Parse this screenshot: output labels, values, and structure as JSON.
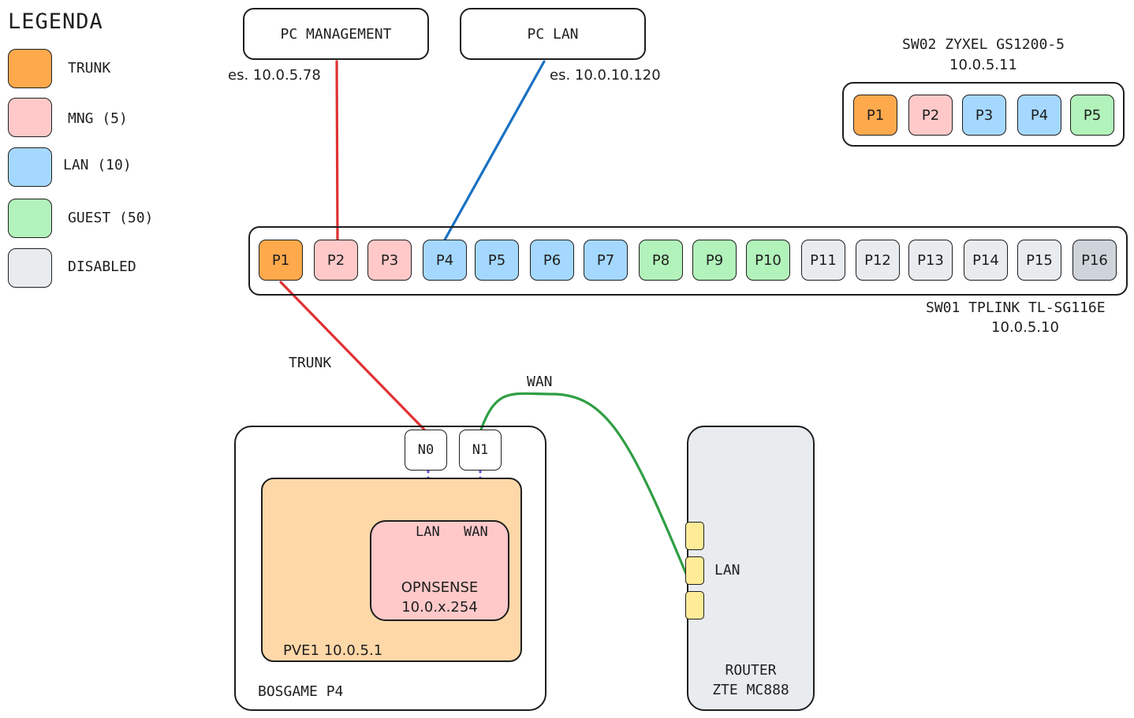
{
  "colors": {
    "trunk": "#ffa94d",
    "mng": "#ffc9c9",
    "lan": "#a5d8ff",
    "guest": "#b2f2bb",
    "disabled": "#e9ecef",
    "disabled_dark": "#ced4da",
    "pve": "#ffd8a8",
    "router": "#e9ecef",
    "router_port": "#ffec99",
    "wire_mng": "#e03131",
    "wire_lan": "#1971c2",
    "wire_wan": "#2f9e44",
    "wire_virtual": "#7048e8"
  },
  "legend": {
    "title": "LEGENDA",
    "items": [
      {
        "label": "TRUNK",
        "color": "#ffa94d"
      },
      {
        "label": "MNG (5)",
        "color": "#ffc9c9"
      },
      {
        "label": "LAN (10)",
        "color": "#a5d8ff"
      },
      {
        "label": "GUEST (50)",
        "color": "#b2f2bb"
      },
      {
        "label": "DISABLED",
        "color": "#e9ecef"
      }
    ]
  },
  "pc_management": {
    "label": "PC MANAGEMENT",
    "ip": "es. 10.0.5.78"
  },
  "pc_lan": {
    "label": "PC LAN",
    "ip": "es. 10.0.10.120"
  },
  "sw02": {
    "name": "SW02 ZYXEL GS1200-5",
    "ip": "10.0.5.11",
    "ports": [
      {
        "label": "P1",
        "color": "#ffa94d"
      },
      {
        "label": "P2",
        "color": "#ffc9c9"
      },
      {
        "label": "P3",
        "color": "#a5d8ff"
      },
      {
        "label": "P4",
        "color": "#a5d8ff"
      },
      {
        "label": "P5",
        "color": "#b2f2bb"
      }
    ]
  },
  "sw01": {
    "name": "SW01 TPLINK TL-SG116E",
    "ip": "10.0.5.10",
    "ports": [
      {
        "label": "P1",
        "color": "#ffa94d"
      },
      {
        "label": "P2",
        "color": "#ffc9c9"
      },
      {
        "label": "P3",
        "color": "#ffc9c9"
      },
      {
        "label": "P4",
        "color": "#a5d8ff"
      },
      {
        "label": "P5",
        "color": "#a5d8ff"
      },
      {
        "label": "P6",
        "color": "#a5d8ff"
      },
      {
        "label": "P7",
        "color": "#a5d8ff"
      },
      {
        "label": "P8",
        "color": "#b2f2bb"
      },
      {
        "label": "P9",
        "color": "#b2f2bb"
      },
      {
        "label": "P10",
        "color": "#b2f2bb"
      },
      {
        "label": "P11",
        "color": "#e9ecef"
      },
      {
        "label": "P12",
        "color": "#e9ecef"
      },
      {
        "label": "P13",
        "color": "#e9ecef"
      },
      {
        "label": "P14",
        "color": "#e9ecef"
      },
      {
        "label": "P15",
        "color": "#e9ecef"
      },
      {
        "label": "P16",
        "color": "#ced4da"
      }
    ]
  },
  "links": {
    "trunk": "TRUNK",
    "wan": "WAN"
  },
  "bosgame": {
    "name": "BOSGAME P4",
    "nic0": "N0",
    "nic1": "N1",
    "pve": "PVE1 10.0.5.1",
    "opnsense": {
      "lan": "LAN",
      "wan": "WAN",
      "name": "OPNSENSE",
      "ip": "10.0.x.254"
    }
  },
  "router": {
    "name": "ROUTER",
    "model": "ZTE MC888",
    "port_label": "LAN"
  }
}
